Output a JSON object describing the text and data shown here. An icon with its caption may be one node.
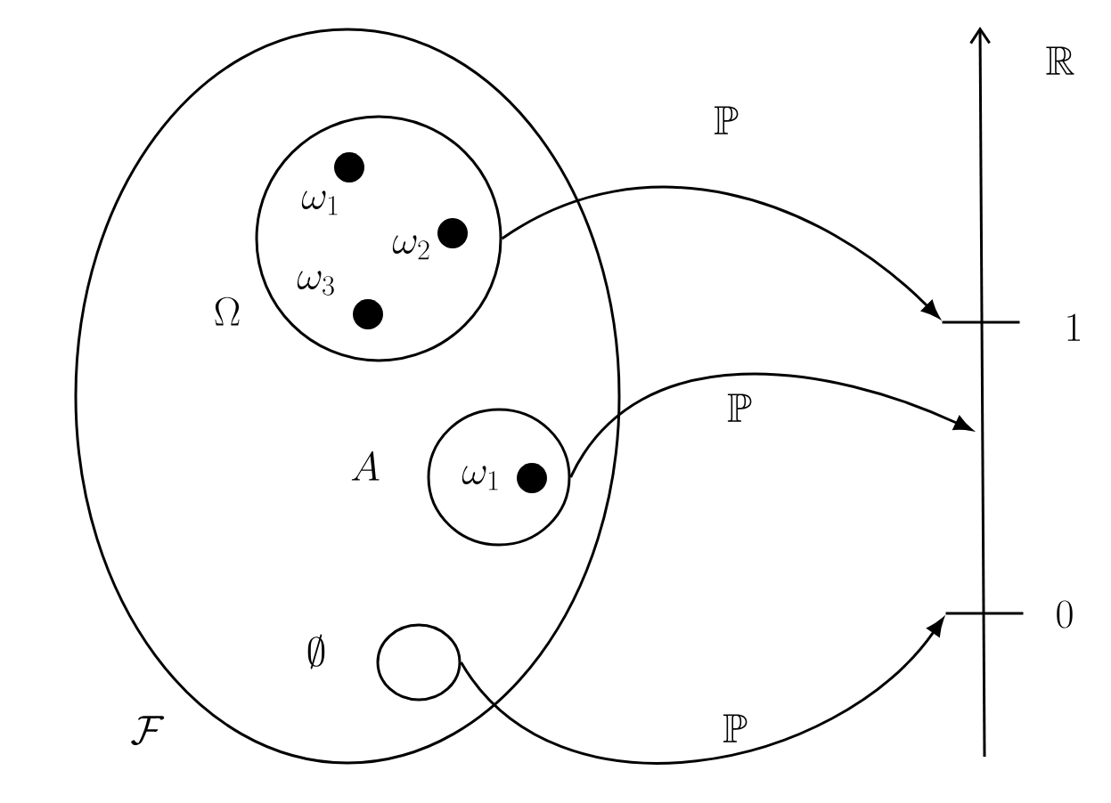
{
  "diagram": {
    "nodes": [
      {
        "text": [
          "\\mathcal{F}"
        ]
      },
      {
        "text": [
          "\\Omega"
        ],
        "in": 0
      },
      {
        "text": [],
        "shape": "circle",
        "beside": [
          "\\omega_1"
        ],
        "in": 1
      },
      {
        "text": [],
        "shape": "circle",
        "beside": [
          "\\omega_2"
        ],
        "in": 1
      },
      {
        "text": [],
        "shape": "circle",
        "beside": [
          "\\omega_3"
        ],
        "in": 1
      },
      {
        "text": [
          "A"
        ],
        "in": 0
      },
      {
        "text": [],
        "shape": "circle",
        "beside": [
          "\\omega_1"
        ],
        "in": 5
      },
      {
        "text": [
          "\\emptyset"
        ],
        "in": 0
      },
      {
        "text": [],
        "shape": "bar",
        "beside": [
          "1"
        ]
      },
      {
        "text": [],
        "shape": "bar",
        "beside": [
          "0"
        ]
      }
    ],
    "edges": [
      {
        "from": 1,
        "to": 8,
        "arrow": "to",
        "label": "\\mathbb{P}"
      },
      {
        "from": 5,
        "to": null,
        "arrow": "to",
        "label": "\\mathbb{P}"
      },
      {
        "from": 7,
        "to": 9,
        "arrow": "to",
        "label": "\\mathbb{P}"
      }
    ],
    "labels": [
      "\\mathbb{R}"
    ]
  }
}
